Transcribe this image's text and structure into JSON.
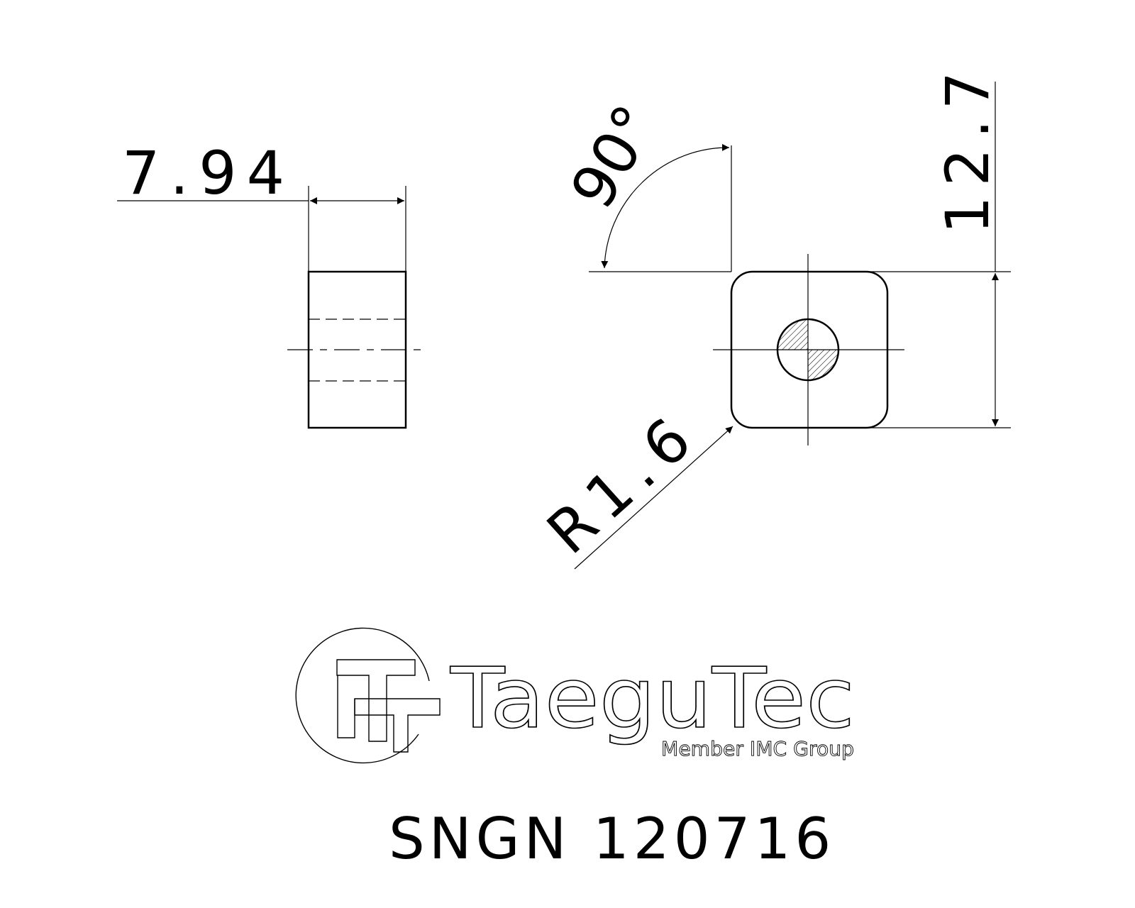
{
  "dimensions": {
    "thickness": "7.94",
    "angle": "90°",
    "size": "12.7",
    "corner_radius": "R1.6"
  },
  "logo": {
    "brand": "TaeguTec",
    "tagline": "Member IMC Group"
  },
  "part_number": "SNGN 120716",
  "colors": {
    "line": "#000000",
    "background": "#ffffff"
  }
}
